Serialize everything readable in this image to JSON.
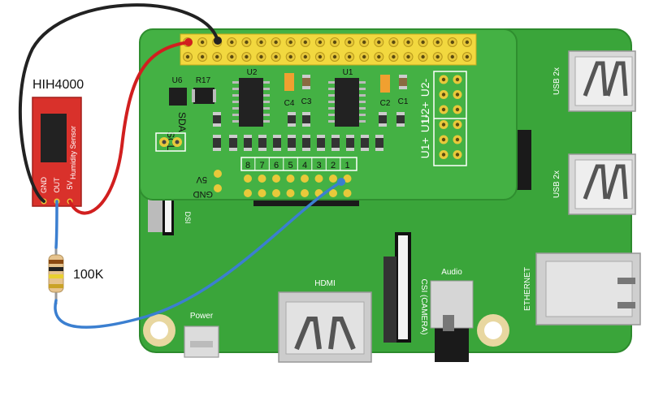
{
  "sensor": {
    "title": "HIH4000",
    "board_text": "Humidity Sensor",
    "pins": [
      "GND",
      "OUT",
      "5V"
    ]
  },
  "resistor": {
    "label": "100K"
  },
  "hat": {
    "chips": {
      "u6": "U6",
      "r17": "R17",
      "u2": "U2",
      "u1": "U1"
    },
    "caps": {
      "c4": "C4",
      "c3": "C3",
      "c2": "C2",
      "c1": "C1"
    },
    "i2c_labels": [
      "SCL",
      "SDA"
    ],
    "side_labels": [
      "U2-",
      "U2+",
      "U1-",
      "U1+"
    ],
    "side_signs": [
      "-",
      "+",
      "-",
      "+"
    ],
    "channel_numbers": [
      "8",
      "7",
      "6",
      "5",
      "4",
      "3",
      "2",
      "1"
    ],
    "power_labels": [
      "5V",
      "GND"
    ]
  },
  "pi": {
    "ports": {
      "usb_top": "USB 2x",
      "usb_bottom": "USB 2x",
      "ethernet": "ETHERNET",
      "hdmi": "HDMI",
      "audio": "Audio",
      "power": "Power",
      "csi": "CSI (CAMERA)",
      "dsi": "DSI"
    }
  },
  "colors": {
    "pcb_pi": "#3aa53a",
    "pcb_hat": "#44b144",
    "sensor_board": "#d9312b",
    "wire_red": "#d11f1f",
    "wire_black": "#222222",
    "wire_blue": "#3b7fd0",
    "gold": "#e8c93a"
  }
}
